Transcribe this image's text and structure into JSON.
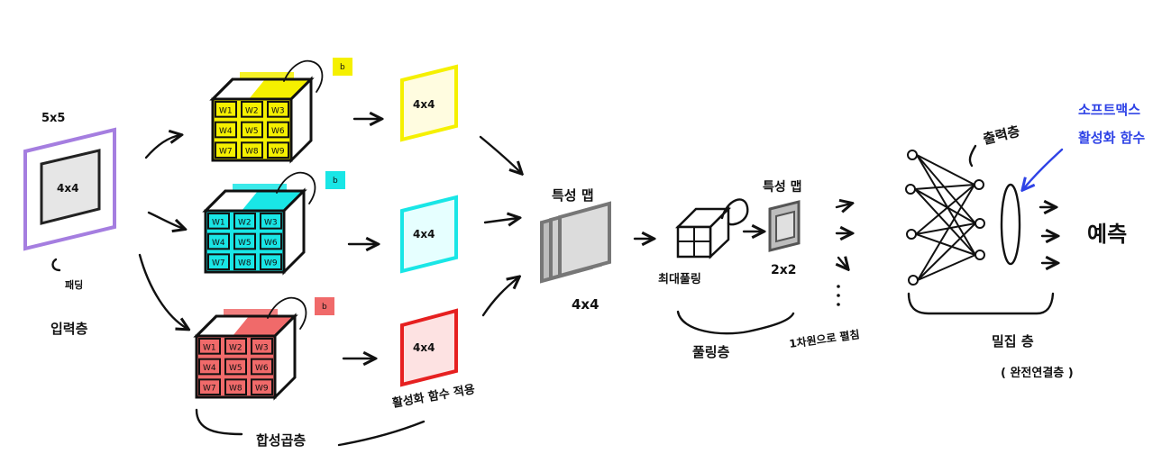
{
  "input": {
    "size_label": "5x5",
    "inner_label": "4x4",
    "padding_label": "패딩",
    "layer_label": "입력층",
    "border_color": "#a57ee0"
  },
  "kernels": [
    {
      "color": "#f5f000",
      "weights": [
        "W1",
        "W2",
        "W3",
        "W4",
        "W5",
        "W6",
        "W7",
        "W8",
        "W9"
      ],
      "bias": "b",
      "output_label": "4x4"
    },
    {
      "color": "#19e6e6",
      "weights": [
        "W1",
        "W2",
        "W3",
        "W4",
        "W5",
        "W6",
        "W7",
        "W8",
        "W9"
      ],
      "bias": "b",
      "output_label": "4x4"
    },
    {
      "color": "#f06a6a",
      "weights": [
        "W1",
        "W2",
        "W3",
        "W4",
        "W5",
        "W6",
        "W7",
        "W8",
        "W9"
      ],
      "bias": "b",
      "output_label": "4x4"
    }
  ],
  "conv_layer_label": "합성곱층",
  "activation_label": "활성화 함수 적용",
  "feature_map": {
    "title": "특성 맵",
    "size_label": "4x4"
  },
  "pooling": {
    "op_label": "최대풀링",
    "map_title": "특성 맵",
    "size_label": "2x2",
    "layer_label": "풀링층"
  },
  "flatten_label": "1차원으로 펼침",
  "output_layer_label": "출력층",
  "softmax_label": [
    "소프트맥스",
    "활성화 함수"
  ],
  "prediction_label": "예측",
  "dense": {
    "label": "밀집 층",
    "sub_label": "( 완전연결층 )"
  },
  "colors": {
    "softmax_text": "#2f43e6",
    "yellow": "#f5f000",
    "cyan": "#19e6e6",
    "red": "#f06a6a"
  }
}
